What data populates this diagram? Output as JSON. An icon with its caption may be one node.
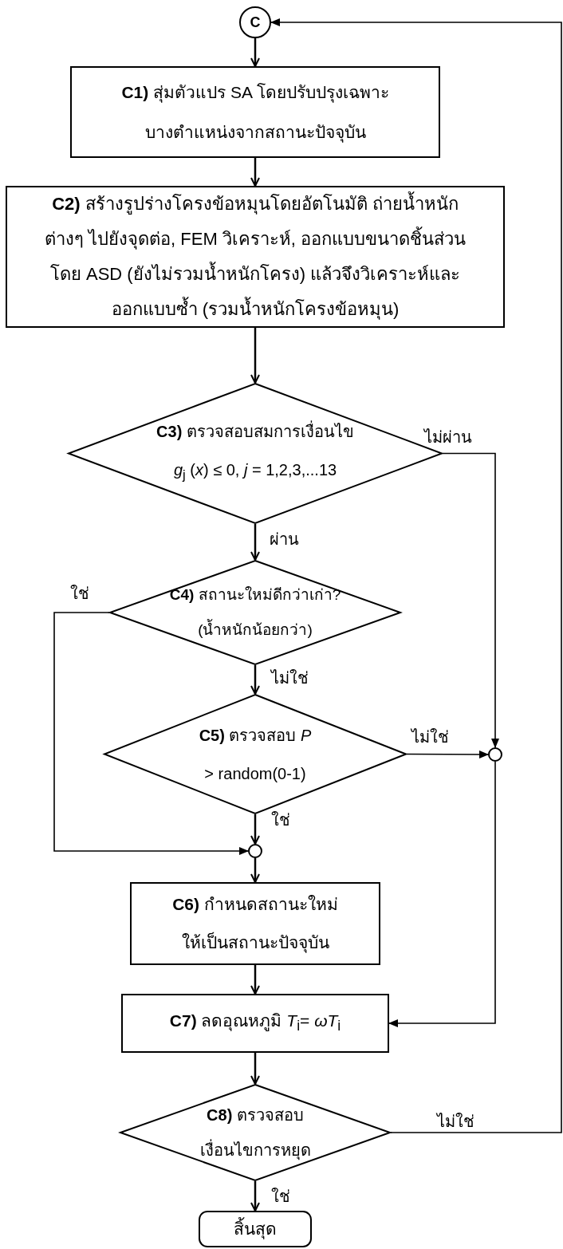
{
  "diagram": {
    "nodes": [
      {
        "text": [
          "C"
        ]
      },
      {
        "text": [
          "**C1)** สุ่มตัวแปร SA โดยปรับปรุงเฉพาะบางตำแหน่งจากสถานะปัจจุบัน"
        ]
      },
      {
        "text": [
          "**C2)** สร้างรูปร่างโครงข้อหมุนโดยอัตโนมัติ ถ่ายน้ำหนักต่างๆ ไปยังจุดต่อ, FEM วิเคราะห์, ออกแบบขนาดชิ้นส่วนโดย ASD (ยังไม่รวมน้ำหนักโครง) แล้วจึงวิเคราะห์และออกแบบซ้ำ (รวมน้ำหนักโครงข้อหมุน)"
        ]
      },
      {
        "text": [
          "**C3)** ตรวจสอบสมการเงื่อนไข *g*$_{j}$ (*x*) ≤ 0, *j* = 1,2,3,...13"
        ]
      },
      {
        "text": [
          "**C4)** สถานะใหม่ดีกว่าเก่า? (น้ำหนักน้อยกว่า)"
        ]
      },
      {
        "text": [
          "**C5)** ตรวจสอบ *P* > random(0-1)"
        ]
      },
      {
        "text": [],
        "shape": "circle"
      },
      {
        "text": [],
        "shape": "circle"
      },
      {
        "text": [
          "**C6)** กำหนดสถานะใหม่ให้เป็นสถานะปัจจุบัน"
        ]
      },
      {
        "text": [
          "**C7)** ลดอุณหภูมิ *T*$_{i}$= *ωT*$_{i}$"
        ]
      },
      {
        "text": [
          "**C8)** ตรวจสอบเงื่อนไขการหยุด"
        ]
      },
      {
        "text": [
          "สิ้นสุด"
        ]
      }
    ],
    "edges": [
      {
        "from": 0,
        "to": 1,
        "arrow": "to"
      },
      {
        "from": 1,
        "to": 2,
        "arrow": "to"
      },
      {
        "from": 2,
        "to": 3,
        "arrow": "to"
      },
      {
        "from": 3,
        "to": 4,
        "arrow": "to",
        "label": "ผ่าน"
      },
      {
        "from": 3,
        "to": 6,
        "arrow": "to",
        "label": "ไม่ผ่าน"
      },
      {
        "from": 4,
        "to": 7,
        "arrow": "to",
        "label": "ใช่"
      },
      {
        "from": 4,
        "to": 5,
        "arrow": "to",
        "label": "ไม่ใช่"
      },
      {
        "from": 5,
        "to": 6,
        "arrow": "to",
        "label": "ไม่ใช่"
      },
      {
        "from": 5,
        "to": 7,
        "arrow": "to",
        "label": "ใช่"
      },
      {
        "from": 7,
        "to": 8,
        "arrow": "to"
      },
      {
        "from": 8,
        "to": 9,
        "arrow": "to"
      },
      {
        "from": 6,
        "to": 9,
        "arrow": "to"
      },
      {
        "from": 9,
        "to": 10,
        "arrow": "to"
      },
      {
        "from": 10,
        "to": 11,
        "arrow": "to",
        "label": "ใช่"
      },
      {
        "from": 10,
        "to": 0,
        "arrow": "to",
        "label": "ไม่ใช่"
      }
    ]
  }
}
